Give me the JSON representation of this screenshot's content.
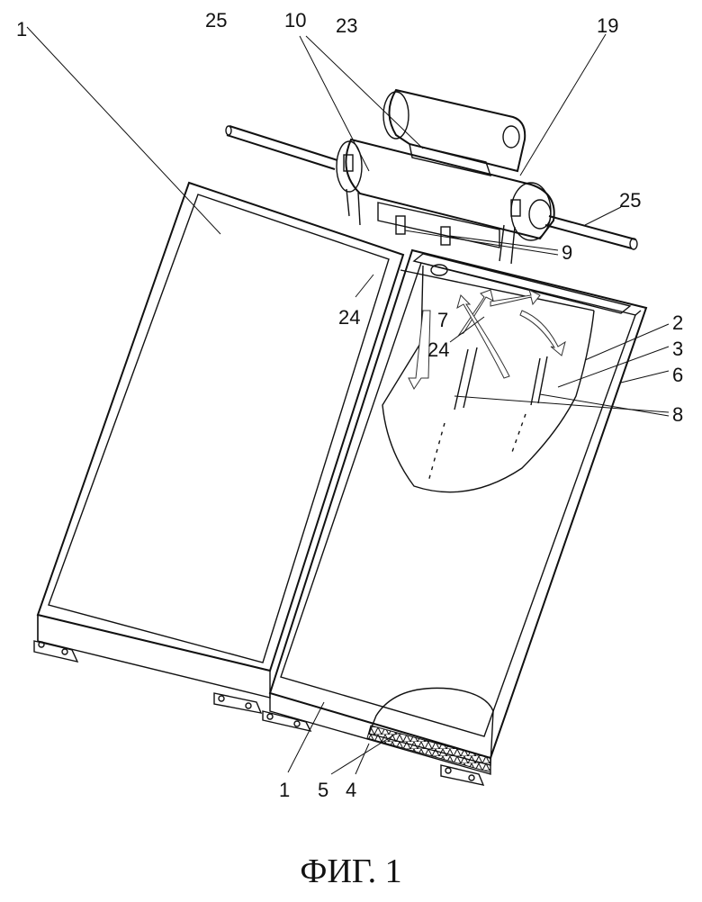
{
  "caption": "ФИГ. 1",
  "labels": {
    "l1_top": "1",
    "l25_left": "25",
    "l10": "10",
    "l23": "23",
    "l19": "19",
    "l25_right": "25",
    "l9": "9",
    "l24_left": "24",
    "l7": "7",
    "l24_mid": "24",
    "l2": "2",
    "l3": "3",
    "l6": "6",
    "l8": "8",
    "l1_bottom": "1",
    "l5": "5",
    "l4": "4"
  }
}
